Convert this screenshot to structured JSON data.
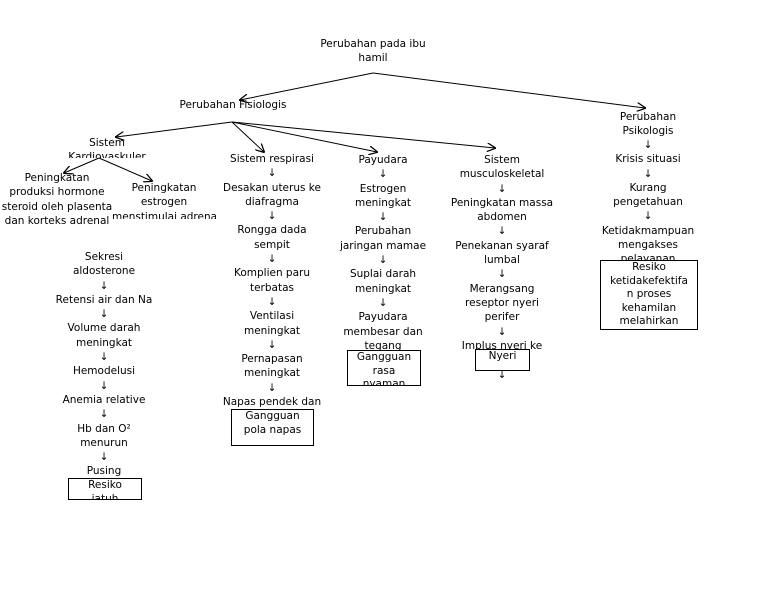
{
  "root": {
    "lines": [
      "Perubahan pada ibu",
      "hamil"
    ]
  },
  "fisiologis": {
    "lines": [
      "Perubahan Fisiologis"
    ]
  },
  "psikologis": {
    "lines": [
      "Perubahan",
      "Psikologis"
    ]
  },
  "arrow_glyph": "↓",
  "kardiovaskuler": {
    "title": [
      "Sistem",
      "Kardiovaskuler"
    ],
    "left": [
      "Peningkatan",
      "produksi hormone",
      "steroid oleh plasenta",
      "dan korteks adrenal"
    ],
    "right": [
      "Peningkatan",
      "estrogen",
      "menstimulai adrena"
    ],
    "chain": [
      [
        "Sekresi",
        "aldosterone"
      ],
      [
        "Retensi air dan Na"
      ],
      [
        "Volume darah",
        "meningkat"
      ],
      [
        "Hemodelusi"
      ],
      [
        "Anemia relative"
      ],
      [
        "Hb dan O²",
        "menurun"
      ],
      [
        "Pusing"
      ]
    ],
    "outcome": [
      "Resiko",
      "jatuh"
    ]
  },
  "respirasi": {
    "chain": [
      [
        "Sistem respirasi"
      ],
      [
        "Desakan uterus ke",
        "diafragma"
      ],
      [
        "Rongga dada",
        "sempit"
      ],
      [
        "Komplien paru",
        "terbatas"
      ],
      [
        "Ventilasi",
        "meningkat"
      ],
      [
        "Pernapasan",
        "meningkat"
      ],
      [
        "Napas pendek dan"
      ]
    ],
    "outcome": [
      "Gangguan",
      "pola napas"
    ]
  },
  "payudara": {
    "chain": [
      [
        "Payudara"
      ],
      [
        "Estrogen",
        "meningkat"
      ],
      [
        "Perubahan",
        "jaringan mamae"
      ],
      [
        "Suplai darah",
        "meningkat"
      ],
      [
        "Payudara",
        "membesar dan",
        "tegang"
      ]
    ],
    "outcome": [
      "Gangguan",
      "rasa",
      "nyaman"
    ]
  },
  "musculoskeletal": {
    "chain": [
      [
        "Sistem",
        "musculoskeletal"
      ],
      [
        "Peningkatan massa",
        "abdomen"
      ],
      [
        "Penekanan syaraf",
        "lumbal"
      ],
      [
        "Merangsang",
        "reseptor nyeri",
        "perifer"
      ],
      [
        "Implus nyeri ke"
      ]
    ],
    "outcome": [
      "Nyeri"
    ]
  },
  "psiko_chain": {
    "chain": [
      [
        "Krisis situasi"
      ],
      [
        "Kurang",
        "pengetahuan"
      ],
      [
        "Ketidakmampuan",
        "mengakses",
        "pelayanan"
      ]
    ],
    "outcome": [
      "Resiko",
      "ketidakefektifa",
      "n proses",
      "kehamilan",
      "melahirkan"
    ]
  }
}
